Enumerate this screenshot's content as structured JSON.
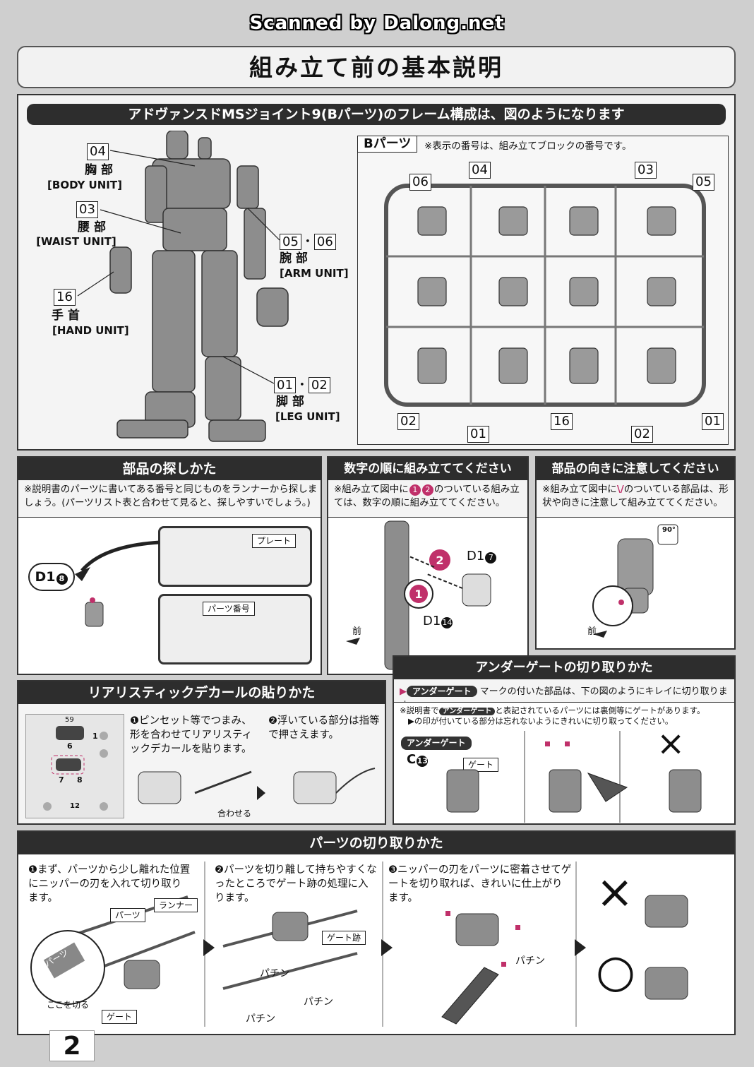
{
  "scanned_by": "Scanned by Dalong.net",
  "title": "組み立て前の基本説明",
  "page_number": "2",
  "frame": {
    "header": "アドヴァンスドMSジョイント9(Bパーツ)のフレーム構成は、図のようになります",
    "units": {
      "body": {
        "num": "04",
        "jp": "胸 部",
        "en": "[BODY UNIT]"
      },
      "waist": {
        "num": "03",
        "jp": "腰 部",
        "en": "[WAIST UNIT]"
      },
      "hand": {
        "num": "16",
        "jp": "手 首",
        "en": "[HAND UNIT]"
      },
      "arm": {
        "num_a": "05",
        "num_b": "06",
        "sep": "・",
        "jp": "腕 部",
        "en": "[ARM UNIT]"
      },
      "leg": {
        "num_a": "01",
        "num_b": "02",
        "sep": "・",
        "jp": "脚 部",
        "en": "[LEG UNIT]"
      }
    },
    "bparts": {
      "label": "Bパーツ",
      "note": "※表示の番号は、組み立てブロックの番号です。",
      "callouts": {
        "c06": "06",
        "c04": "04",
        "c03": "03",
        "c05": "05",
        "c02a": "02",
        "c01a": "01",
        "c16": "16",
        "c02b": "02",
        "c01b": "01"
      }
    }
  },
  "find_parts": {
    "header": "部品の探しかた",
    "note": "※説明書のパーツに書いてある番号と同じものをランナーから探しましょう。(パーツリスト表と合わせて見ると、探しやすいでしょう。)",
    "ref": "D1",
    "ref_num": "8",
    "plate_tag": "プレート",
    "partnum_tag": "パーツ番号"
  },
  "order": {
    "header": "数字の順に組み立ててください",
    "note_pre": "※組み立て図中に",
    "n1": "1",
    "n2": "2",
    "note_post": "のついている組み立ては、数字の順に組み立ててください。",
    "ref1": "D1",
    "ref1_num": "7",
    "ref2": "D1",
    "ref2_num": "14",
    "front": "前"
  },
  "orientation": {
    "header": "部品の向きに注意してください",
    "note_pre": "※組み立て図中に",
    "note_post": "のついている部品は、形状や向きに注意して組み立ててください。",
    "mark": "\\/",
    "angle": "90°",
    "front": "前"
  },
  "undergate": {
    "header": "アンダーゲートの切り取りかた",
    "tag": "アンダーゲート",
    "desc": "マークの付いた部品は、下の図のようにキレイに切り取ります。",
    "note1_pre": "※説明書で",
    "note1_post": "と表記されているパーツには裏側等にゲートがあります。",
    "note2": "▶の印が付いている部分は忘れないようにきれいに切り取ってください。",
    "part_ref": "C",
    "part_num": "13",
    "gate_tag": "ゲート",
    "x_mark": "×"
  },
  "decal": {
    "header": "リアリスティックデカールの貼りかた",
    "step1": "❶ピンセット等でつまみ、形を合わせてリアリスティックデカールを貼ります。",
    "step2": "❷浮いている部分は指等で押さえます。",
    "align": "合わせる",
    "sheet_nums": [
      "59",
      "1",
      "6",
      "7",
      "8",
      "12"
    ]
  },
  "cutting": {
    "header": "パーツの切り取りかた",
    "step1": "❶まず、パーツから少し離れた位置にニッパーの刃を入れて切り取ります。",
    "step2": "❷パーツを切り離して持ちやすくなったところでゲート跡の処理に入ります。",
    "step3": "❸ニッパーの刃をパーツに密着させてゲートを切り取れば、きれいに仕上がります。",
    "tag_parts": "パーツ",
    "tag_runner": "ランナー",
    "tag_gate": "ゲート",
    "tag_gate_mark": "ゲート跡",
    "cut_here": "ここを切る",
    "parts_in_circle": "パーツ",
    "snap": "パチン",
    "bad": "×",
    "good": "○"
  },
  "colors": {
    "accent": "#c0306a",
    "bar": "#2d2d2d",
    "panel": "#f4f4f4"
  }
}
